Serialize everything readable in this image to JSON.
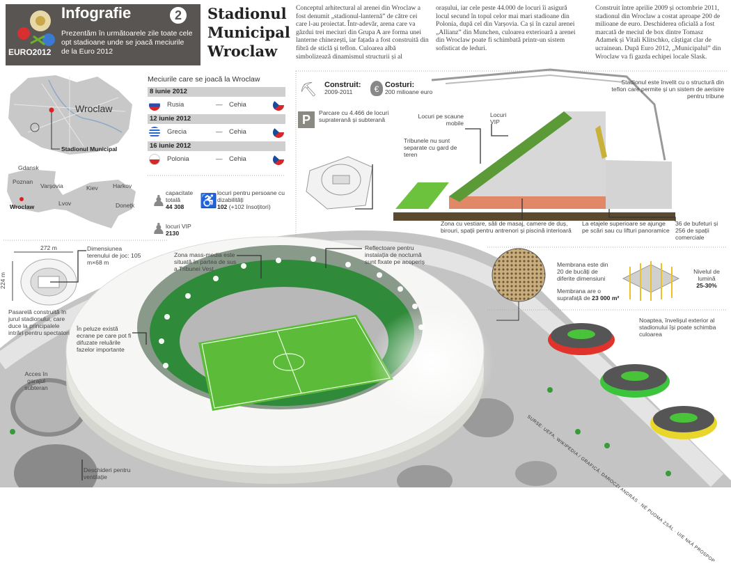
{
  "header": {
    "logo_text": "EURO2012",
    "section": "Infografie",
    "number": "2",
    "subtitle": "Prezentăm în următoarele zile toate cele opt stadioane unde se joacă meciurile de la Euro 2012"
  },
  "title": {
    "line1": "Stadionul",
    "line2": "Municipal",
    "line3": "Wroclaw"
  },
  "intro_columns": [
    "Conceptul arhitectural al arenei din Wroclaw a fost denumit „stadionul-lanternă” de către cei care l-au proiectat. Într-adevăr, arena care va găzdui trei meciuri din Grupa A are forma unei lanterne chinezești, iar fațada a fost construită din fibră de sticlă și teflon. Culoarea albă simbolizează dinamismul structurii și al",
    "orașului, iar cele peste 44.000 de locuri îi asigură locul secund în topul celor mai mari stadioane din Polonia, după cel din Varșovia. Ca și în cazul arenei „Allianz” din Munchen, culoarea exterioară a arenei din Wroclaw poate fi schimbată printr-un sistem sofisticat de leduri.",
    "Construit între aprilie 2009 și octombrie 2011, stadionul din Wroclaw a costat aproape 200 de milioane de euro. Deschiderea oficială a fost marcată de meciul de box dintre Tomasz Adamek și Vitali Klitschko, câștigat clar de ucrainean. După Euro 2012, „Municipalul” din Wroclaw va fi gazda echipei locale Slask."
  ],
  "maps": {
    "city_label": "Wroclaw",
    "stadium_label": "Stadionul Municipal",
    "cities": [
      "Gdansk",
      "Poznan",
      "Varșovia",
      "Wroclaw",
      "Kiev",
      "Lvov",
      "Harkov",
      "Donețk"
    ]
  },
  "matches": {
    "heading": "Meciurile care se joacă la Wroclaw",
    "items": [
      {
        "date": "8 iunie 2012",
        "home": "Rusia",
        "away": "Cehia",
        "dash": "—"
      },
      {
        "date": "12 iunie 2012",
        "home": "Grecia",
        "away": "Cehia",
        "dash": "—"
      },
      {
        "date": "16 iunie 2012",
        "home": "Polonia",
        "away": "Cehia",
        "dash": "—"
      }
    ]
  },
  "stats": {
    "capacity_label": "capacitate totală",
    "capacity_value": "44 308",
    "disabled_label": "locuri pentru persoane cu dizabilități",
    "disabled_value": "102",
    "disabled_extra": "(+102 însoțitori)",
    "vip_label": "locuri VIP",
    "vip_value": "2130"
  },
  "construction": {
    "built_label": "Construit:",
    "built_value": "2009-2011",
    "cost_label": "Costuri:",
    "cost_value": "200 milioane euro",
    "parking": "Parcare cu 4.466 de locuri supraterană și subterană",
    "mobile_seats": "Locuri pe scaune mobile",
    "vip_seats": "Locuri VIP",
    "no_fence": "Tribunele nu sunt separate cu gard de teren",
    "teflon": "Stadionul este învelit cu o structură din teflon care permite și un sistem de aerisire pentru tribune",
    "locker_zone": "Zona cu vestiare, săli de masaj, camere de duș, birouri, spații pentru antrenori și piscină interioară",
    "upper_floors": "La etajele superioare se ajunge pe scări sau cu lifturi panoramice",
    "buffets": "36 de bufeturi și 256 de spații comerciale"
  },
  "stadium": {
    "width": "272 m",
    "depth": "224 m",
    "pitch": "Dimensiunea terenului de joc: 105 m×68 m",
    "walkway": "Pasarelă construită în jurul stadionului, care duce la principalele intrări pentru spectatori",
    "screens": "În peluze există ecrane pe care pot fi difuzate reluările fazelor importante",
    "garage": "Acces în garajul subteran",
    "vents": "Deschideri pentru ventilație",
    "media": "Zona mass-media este situată în partea de sus a Tribunei Vest",
    "floodlights": "Reflectoare pentru instalația de nocturnă sunt fixate pe acoperiș"
  },
  "membrane": {
    "pieces": "Membrana este din 20 de bucăți de diferite dimensiuni",
    "area_label": "Membrana are o suprafață de",
    "area_value": "23 000 m²",
    "light_label": "Nivelul de lumină",
    "light_value": "25-30%",
    "night": "Noaptea, învelișul exterior al stadionului își poate schimba culoarea"
  },
  "credits": "SURSE: UEFA, WIKIPEDIA / GRAFICĂ: DAROCZI ANDRÁS · NÉ PUOMA ZSÁL · UIE NKÁ PROSPOP",
  "colors": {
    "header_bg": "#585552",
    "pitch_green": "#5dbb3a",
    "night_red": "#e0332b",
    "night_green": "#3cc43c",
    "night_yellow": "#e8d62a",
    "marker_red": "#e02020"
  }
}
